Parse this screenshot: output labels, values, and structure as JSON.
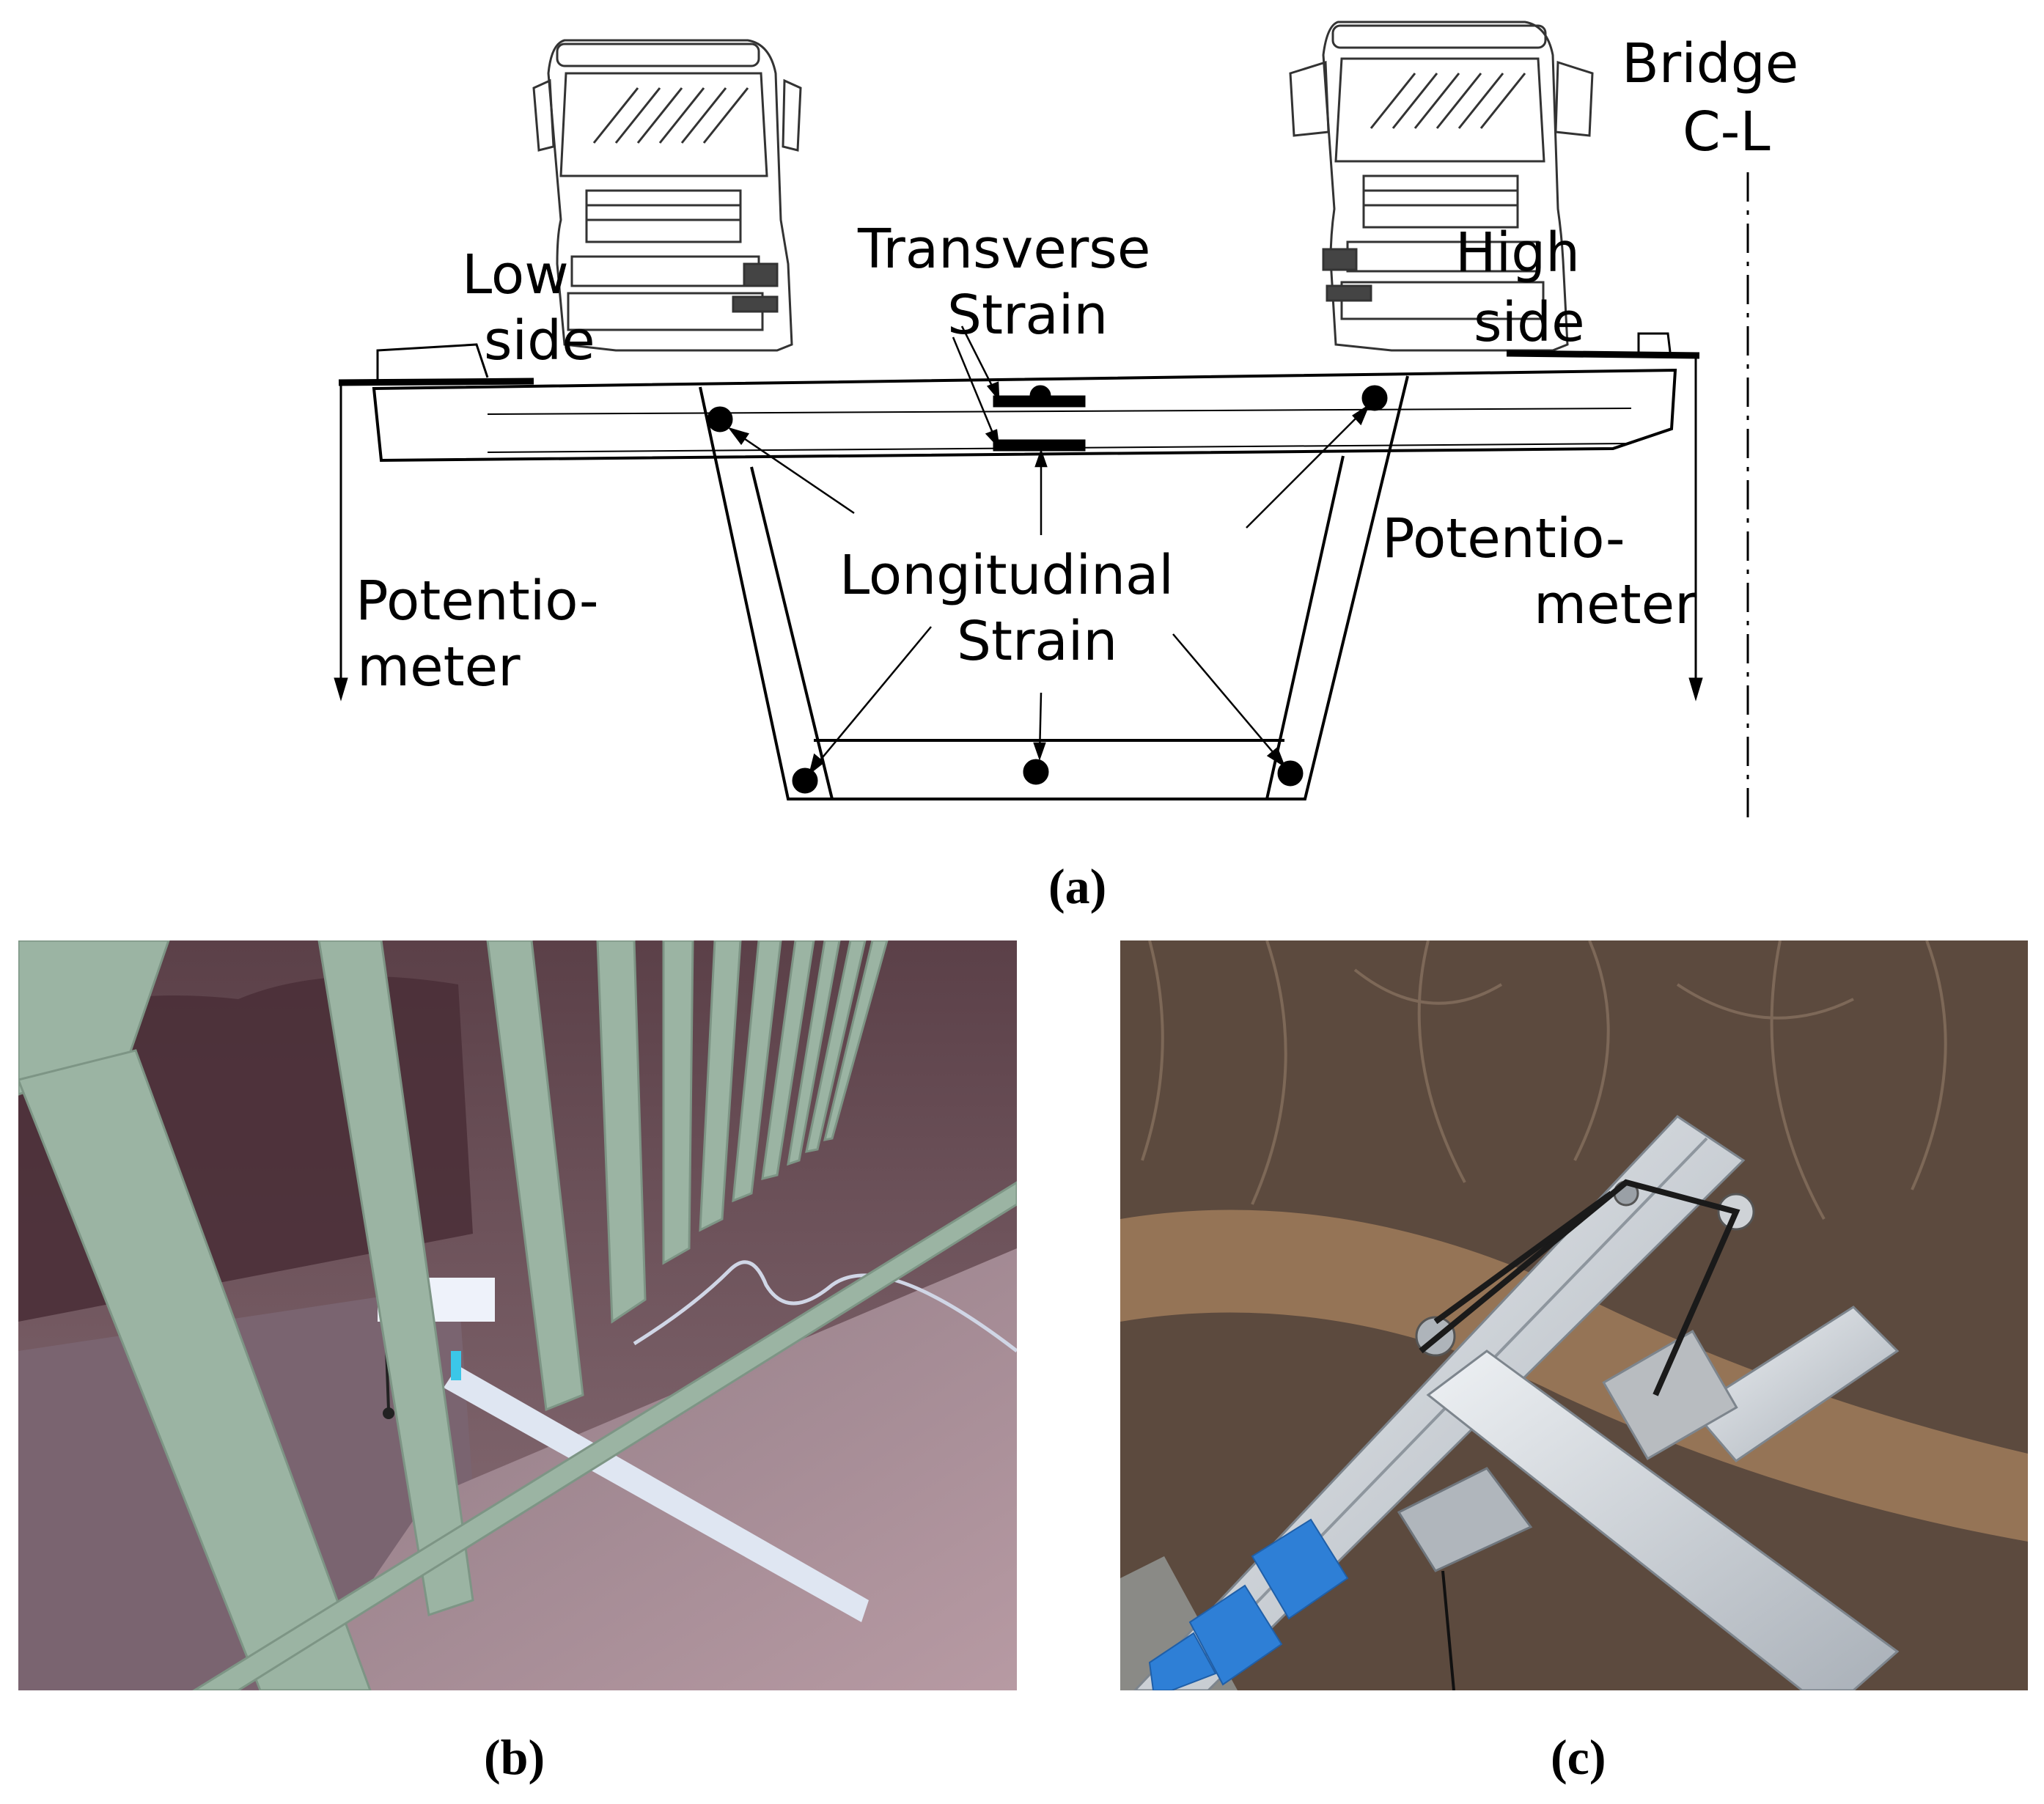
{
  "panel_a": {
    "label_bridge_cl": [
      "Bridge",
      "C-L"
    ],
    "label_transverse": [
      "Transverse",
      "Strain"
    ],
    "label_low_side": [
      "Low",
      "side"
    ],
    "label_high_side": [
      "High",
      "side"
    ],
    "label_longitudinal": [
      "Longitudinal",
      "Strain"
    ],
    "label_pot_left": [
      "Potentio-",
      "meter"
    ],
    "label_pot_right": [
      "Potentio-",
      "meter"
    ],
    "caption": "(a)"
  },
  "panel_b": {
    "caption": "(b)"
  },
  "panel_c": {
    "caption": "(c)",
    "tape_color": "#2e7fd6"
  },
  "colors": {
    "line": "#000000",
    "rail": "#9bb4a3",
    "deck_b": "#a78992",
    "aluminum": "#c9ced3",
    "brush": "#6e5a4a"
  }
}
